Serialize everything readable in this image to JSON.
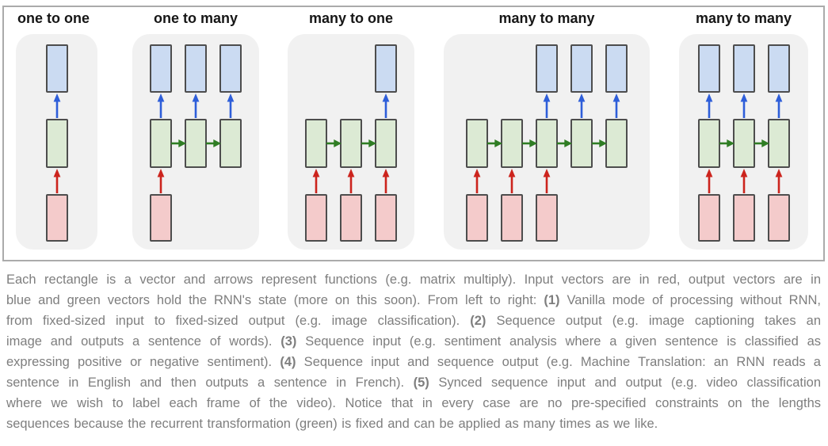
{
  "figure": {
    "panels": [
      {
        "label": "one to one",
        "columns": [
          {
            "input": true,
            "state": true,
            "output": true
          }
        ]
      },
      {
        "label": "one to many",
        "columns": [
          {
            "input": true,
            "state": true,
            "output": true
          },
          {
            "input": false,
            "state": true,
            "output": true
          },
          {
            "input": false,
            "state": true,
            "output": true
          }
        ]
      },
      {
        "label": "many to one",
        "columns": [
          {
            "input": true,
            "state": true,
            "output": false
          },
          {
            "input": true,
            "state": true,
            "output": false
          },
          {
            "input": true,
            "state": true,
            "output": true
          }
        ]
      },
      {
        "label": "many to many",
        "columns": [
          {
            "input": true,
            "state": true,
            "output": false
          },
          {
            "input": true,
            "state": true,
            "output": false
          },
          {
            "input": true,
            "state": true,
            "output": true
          },
          {
            "input": false,
            "state": true,
            "output": true
          },
          {
            "input": false,
            "state": true,
            "output": true
          }
        ]
      },
      {
        "label": "many to many",
        "columns": [
          {
            "input": true,
            "state": true,
            "output": true
          },
          {
            "input": true,
            "state": true,
            "output": true
          },
          {
            "input": true,
            "state": true,
            "output": true
          }
        ]
      }
    ],
    "colors": {
      "input_fill": "#f4cbcb",
      "state_fill": "#dcead4",
      "output_fill": "#cbdbf2",
      "box_border": "#4d4d4d",
      "input_arrow": "#cc241d",
      "state_arrow": "#2f7d24",
      "output_arrow": "#2e5ed9",
      "panel_bg": "#f1f1f1",
      "figure_border": "#ababab",
      "title_color": "#161616",
      "caption_color": "#7e7e7e"
    }
  },
  "caption": {
    "lines": [
      [
        {
          "t": "Each rectangle is a vector and arrows represent functions (e.g. matrix multiply). Input vectors are in red, output vectors are in",
          "b": false
        }
      ],
      [
        {
          "t": "blue and green vectors hold the RNN's state (more on this soon). From left to right: ",
          "b": false
        },
        {
          "t": "(1)",
          "b": true
        },
        {
          "t": " Vanilla mode of processing without RNN,",
          "b": false
        }
      ],
      [
        {
          "t": "from fixed-sized input to fixed-sized output (e.g. image classification). ",
          "b": false
        },
        {
          "t": "(2)",
          "b": true
        },
        {
          "t": " Sequence output (e.g. image captioning takes an",
          "b": false
        }
      ],
      [
        {
          "t": "image and outputs a sentence of words). ",
          "b": false
        },
        {
          "t": "(3)",
          "b": true
        },
        {
          "t": " Sequence input (e.g. sentiment analysis where a given sentence is classified as",
          "b": false
        }
      ],
      [
        {
          "t": "expressing positive or negative sentiment). ",
          "b": false
        },
        {
          "t": "(4)",
          "b": true
        },
        {
          "t": " Sequence input and sequence output (e.g. Machine Translation: an RNN reads a",
          "b": false
        }
      ],
      [
        {
          "t": "sentence in English and then outputs a sentence in French). ",
          "b": false
        },
        {
          "t": "(5)",
          "b": true
        },
        {
          "t": " Synced sequence input and output (e.g. video classification",
          "b": false
        }
      ],
      [
        {
          "t": "where we wish to label each frame of the video). Notice that in every case are no pre-specified constraints on the lengths",
          "b": false
        }
      ],
      [
        {
          "t": "sequences because the recurrent transformation (green) is fixed and can be applied as many times as we like.",
          "b": false
        }
      ]
    ]
  }
}
